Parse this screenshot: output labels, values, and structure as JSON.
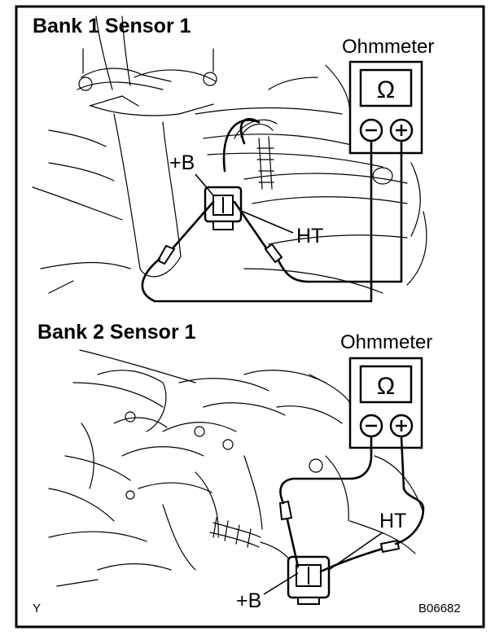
{
  "frame": {
    "border_color": "#000000",
    "background": "#ffffff"
  },
  "panel1": {
    "title": "Bank 1 Sensor 1",
    "meter": {
      "title": "Ohmmeter",
      "symbol": "Ω",
      "minus": "−",
      "plus": "+"
    },
    "labels": {
      "b_plus": "+B",
      "ht": "HT"
    }
  },
  "panel2": {
    "title": "Bank 2 Sensor 1",
    "meter": {
      "title": "Ohmmeter",
      "symbol": "Ω",
      "minus": "−",
      "plus": "+"
    },
    "labels": {
      "b_plus": "+B",
      "ht": "HT"
    }
  },
  "footer": {
    "left_mark": "Y",
    "figure_code": "B06682"
  }
}
